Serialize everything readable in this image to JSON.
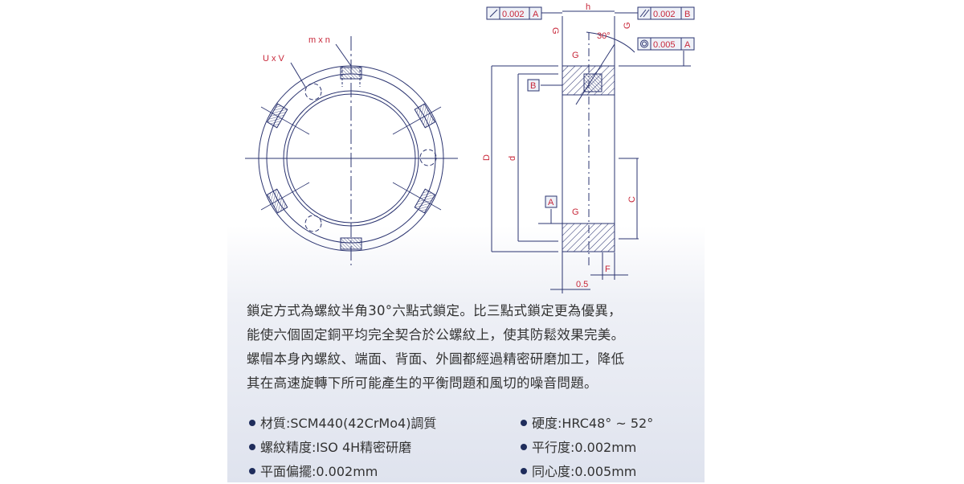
{
  "drawing": {
    "front_view": {
      "label_slot": "U x V",
      "label_key": "m x n"
    },
    "side_view": {
      "runout_frame": {
        "value": "0.002",
        "datum": "A"
      },
      "parallel_frame": {
        "value": "0.002",
        "datum": "B"
      },
      "concentricity_frame": {
        "value": "0.005",
        "datum": "A"
      },
      "dim_h": "h",
      "angle": "30°",
      "finish_mark": "G",
      "datum_b": "B",
      "datum_a": "A",
      "dim_D": "D",
      "dim_d": "d",
      "dim_C": "C",
      "dim_F": "F",
      "dim_offset": "0.5"
    },
    "line_color": "#2b3470",
    "label_color": "#c8283a"
  },
  "description": [
    "鎖定方式為螺紋半角30°六點式鎖定。比三點式鎖定更為優異，",
    "能使六個固定銅平均完全契合於公螺紋上，使其防鬆效果完美。",
    "螺帽本身內螺紋、端面、背面、外圓都經過精密研磨加工，降低",
    "其在高速旋轉下所可能產生的平衡問題和風切的噪音問題。"
  ],
  "specs_left": [
    "材質:SCM440(42CrMo4)調質",
    "螺紋精度:ISO 4H精密研磨",
    "平面偏擺:0.002mm"
  ],
  "specs_right": [
    "硬度:HRC48° ~ 52°",
    "平行度:0.002mm",
    "同心度:0.005mm"
  ]
}
